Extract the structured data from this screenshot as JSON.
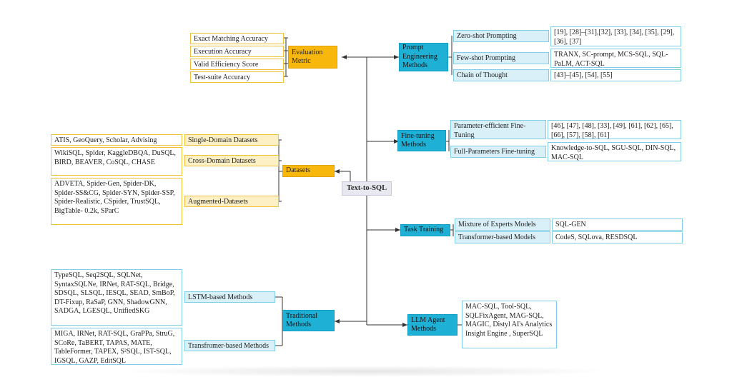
{
  "root": "Text-to-SQL",
  "left": {
    "evaluation": {
      "label": "Evaluation Metric",
      "items": [
        "Exact Matching Accuracy",
        "Execution Accuracy",
        "Valid Efficiency Score",
        "Test-suite Accuracy"
      ]
    },
    "datasets": {
      "label": "Datasets",
      "subs": [
        {
          "label": "Single-Domain Datasets",
          "leaf": "ATIS, GeoQuery, Scholar, Advising"
        },
        {
          "label": "Cross-Domain Datasets",
          "leaf": "WikiSQL, Spider, KaggleDBQA, DuSQL, BIRD, BEAVER, CoSQL, CHASE"
        },
        {
          "label": "Augmented-Datasets",
          "leaf": "ADVETA, Spider-Gen, Spider-DK, Spider-SS&CG, Spider-SYN, Spider-SSP, Spider-Realistic, CSpider, TrustSQL, BigTable- 0.2k, SParC"
        }
      ]
    },
    "traditional": {
      "label": "Traditional Methods",
      "subs": [
        {
          "label": "LSTM-based Methods",
          "leaf": "TypeSQL, Seq2SQL, SQLNet, SyntaxSQLNe, IRNet, RAT-SQL, Bridge, SDSQL, SLSQL, IESQL, SEAD, SmBoP, DT-Fixup, RaSaP, GNN, ShadowGNN, SADGA, LGESQL, UnifiedSKG"
        },
        {
          "label": "Transfromer-based Methods",
          "leaf": "MIGA, IRNet, RAT-SQL, GraPPa, StruG, SCoRe, TaBERT, TAPAS, MATE, TableFormer, TAPEX, S²SQL, IST-SQL, IGSQL, GAZP, EditSQL"
        }
      ]
    }
  },
  "right": {
    "prompt": {
      "label": "Prompt Engineering Methods",
      "subs": [
        {
          "label": "Zero-shot Prompting",
          "leaf": "[19], [28]–[31],[32], [33], [34], [35], [29], [36], [37]"
        },
        {
          "label": "Few-shot Prompting",
          "leaf": "TRANX, SC-prompt, MCS-SQL, SQL-PaLM, ACT-SQL"
        },
        {
          "label": "Chain of Thought",
          "leaf": "[43]–[45], [54], [55]"
        }
      ]
    },
    "finetuning": {
      "label": "Fine-tuning Methods",
      "subs": [
        {
          "label": "Parameter-efficient Fine-Tuning",
          "leaf": "[46], [47], [48], [33], [49], [61], [62], [65], [66], [57], [58], [61]"
        },
        {
          "label": "Full-Parameters Fine-tuning",
          "leaf": "Knowledge-to-SQL, SGU-SQL, DIN-SQL, MAC-SQL"
        }
      ]
    },
    "task": {
      "label": "Task Training",
      "subs": [
        {
          "label": "Mixture of Experts Models",
          "leaf": "SQL-GEN"
        },
        {
          "label": "Transformer-based Models",
          "leaf": "CodeS, SQLova, RESDSQL"
        }
      ]
    },
    "agent": {
      "label": "LLM Agent Methods",
      "leaf": "MAC-SQL, Tool-SQL, SQLFixAgent, MAG-SQL, MAGIC, Distyl AI's Analytics Insight Engine , SuperSQL"
    }
  }
}
